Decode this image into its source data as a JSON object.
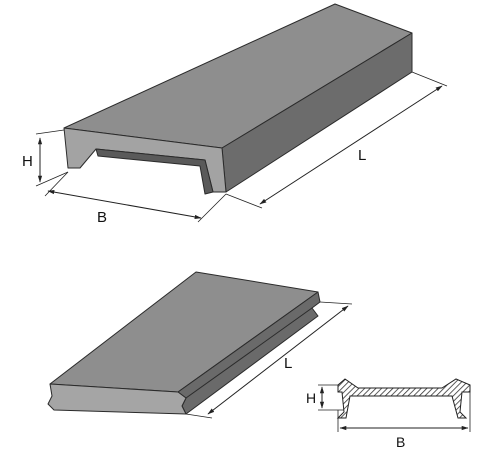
{
  "labels": {
    "top_height": "H",
    "top_width": "B",
    "top_length": "L",
    "bottom_length": "L",
    "section_height": "H",
    "section_width": "B"
  },
  "colors": {
    "top_face": "#8e8e8e",
    "side_face": "#6a6a6a",
    "front_face": "#a5a5a5",
    "dark_face": "#4f4f4f",
    "hatch": "#333333"
  }
}
